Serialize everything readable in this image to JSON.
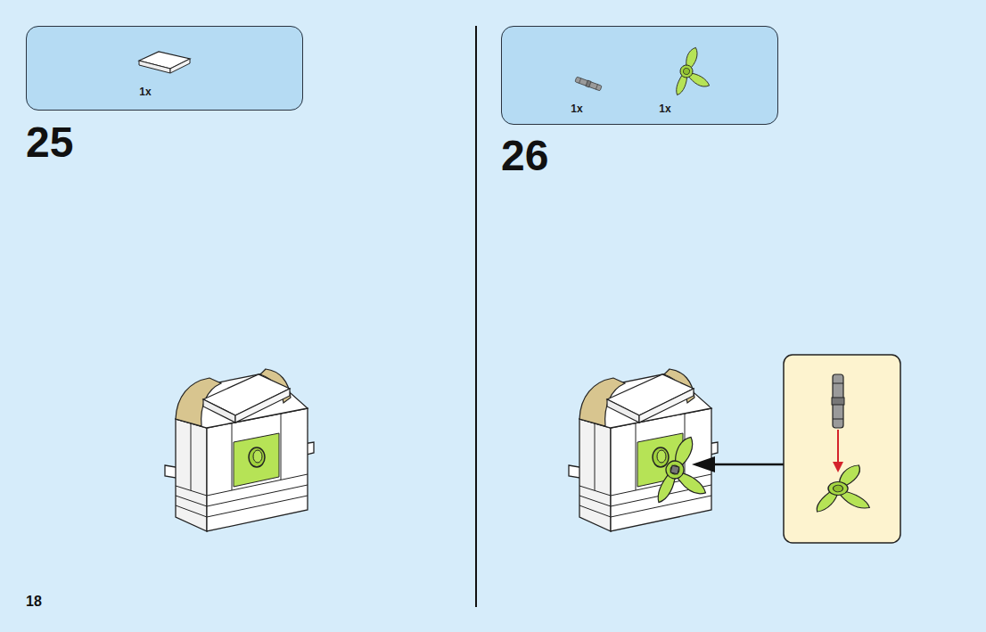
{
  "diagram": {
    "nodes": [
      {
        "text": [
          "1x"
        ]
      },
      {
        "text": [
          "1x",
          "1x"
        ]
      }
    ],
    "labels": [
      "25",
      "26",
      "18"
    ]
  }
}
